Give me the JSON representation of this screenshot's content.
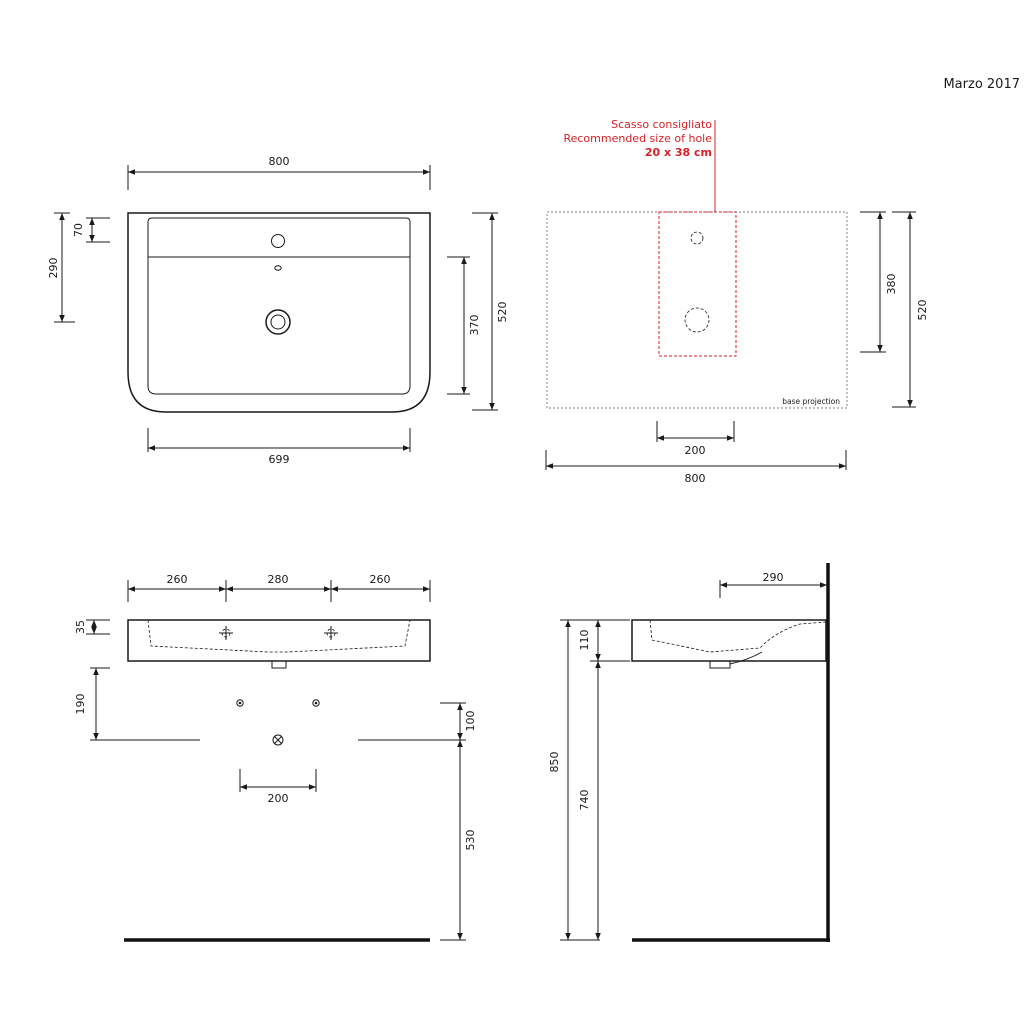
{
  "date_label": "Marzo 2017",
  "colors": {
    "ink": "#1a1a1a",
    "accent": "#d61f26"
  },
  "top_view": {
    "width": "800",
    "inner_width": "699",
    "depth": "520",
    "front_to_drain": "290",
    "tap_hole": "70",
    "inner_depth": "370"
  },
  "base_projection": {
    "note_it": "Scasso consigliato",
    "note_en": "Recommended size of hole",
    "note_size": "20 x 38 cm",
    "label": "base projection",
    "depth_total": "520",
    "hole_depth": "380",
    "hole_width": "200",
    "width": "800"
  },
  "front_view": {
    "seg_left": "260",
    "seg_mid": "280",
    "seg_right": "260",
    "top_thickness": "35",
    "fixing_height": "190",
    "drain_offset": "100",
    "drain_height": "530",
    "fixing_spacing": "200"
  },
  "side_view": {
    "depth": "290",
    "basin_height": "110",
    "total_height": "850",
    "floor_height": "740"
  }
}
